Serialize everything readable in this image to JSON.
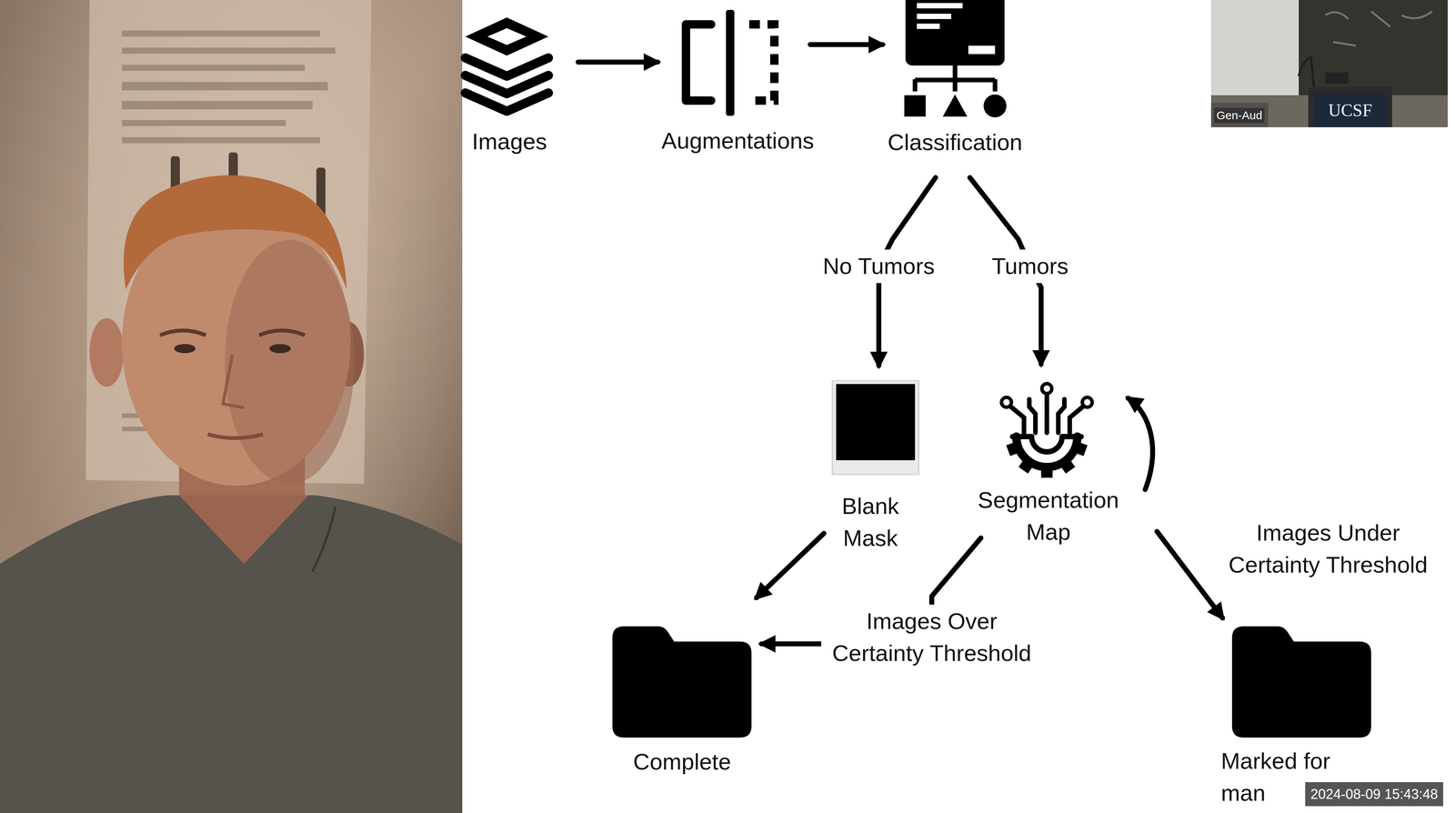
{
  "diagram": {
    "nodes": [
      {
        "text": [
          "Images"
        ]
      },
      {
        "text": [
          "Augmentations"
        ]
      },
      {
        "text": [
          "Classification"
        ]
      },
      {
        "text": [
          "Blank Mask"
        ]
      },
      {
        "text": [
          "Segmentation Map"
        ]
      },
      {
        "text": [
          "Complete"
        ]
      },
      {
        "text": [
          "Marked for man"
        ]
      }
    ],
    "edges": [
      {
        "from": 0,
        "to": 1,
        "arrow": "to"
      },
      {
        "from": 1,
        "to": 2,
        "arrow": "to"
      },
      {
        "from": 2,
        "to": 3,
        "label": "No Tumors",
        "arrow": "to"
      },
      {
        "from": 2,
        "to": 4,
        "label": "Tumors",
        "arrow": "to"
      },
      {
        "from": 3,
        "to": 5,
        "arrow": "to"
      },
      {
        "from": 4,
        "to": 5,
        "label": "Images Over Certainty Threshold",
        "arrow": "to"
      },
      {
        "from": 4,
        "to": 6,
        "label": "Images Under Certainty Threshold",
        "arrow": "to"
      }
    ],
    "labels": [
      "Gen-Aud",
      "UCSF",
      "2024-08-09 15:43:48"
    ]
  }
}
